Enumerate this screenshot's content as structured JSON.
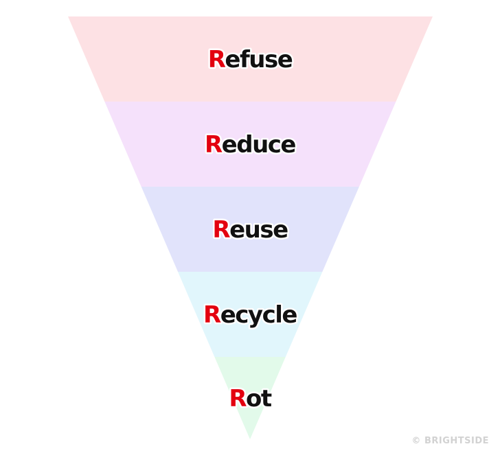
{
  "diagram": {
    "type": "inverted-pyramid",
    "tiers": [
      {
        "initial": "R",
        "rest": "efuse",
        "color": "#fde1e4"
      },
      {
        "initial": "R",
        "rest": "educe",
        "color": "#f5e1fb"
      },
      {
        "initial": "R",
        "rest": "euse",
        "color": "#e1e3fb"
      },
      {
        "initial": "R",
        "rest": "ecycle",
        "color": "#e1f6fc"
      },
      {
        "initial": "R",
        "rest": "ot",
        "color": "#e2faea"
      }
    ],
    "colors": {
      "initial_letter": "#e3000f",
      "word_text": "#111111"
    }
  },
  "watermark": "© BRIGHTSIDE"
}
